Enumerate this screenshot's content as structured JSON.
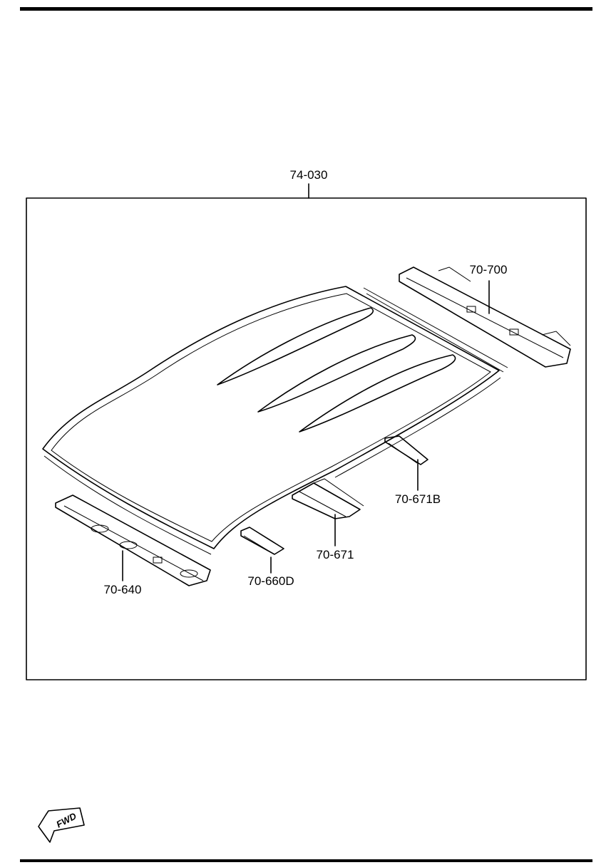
{
  "parts": {
    "roof_panel": "74-030",
    "rear_header": "70-700",
    "roof_bow_rear": "70-671B",
    "roof_bow_center": "70-671",
    "roof_bow_front": "70-660D",
    "front_header": "70-640"
  },
  "direction_badge": "FWD"
}
